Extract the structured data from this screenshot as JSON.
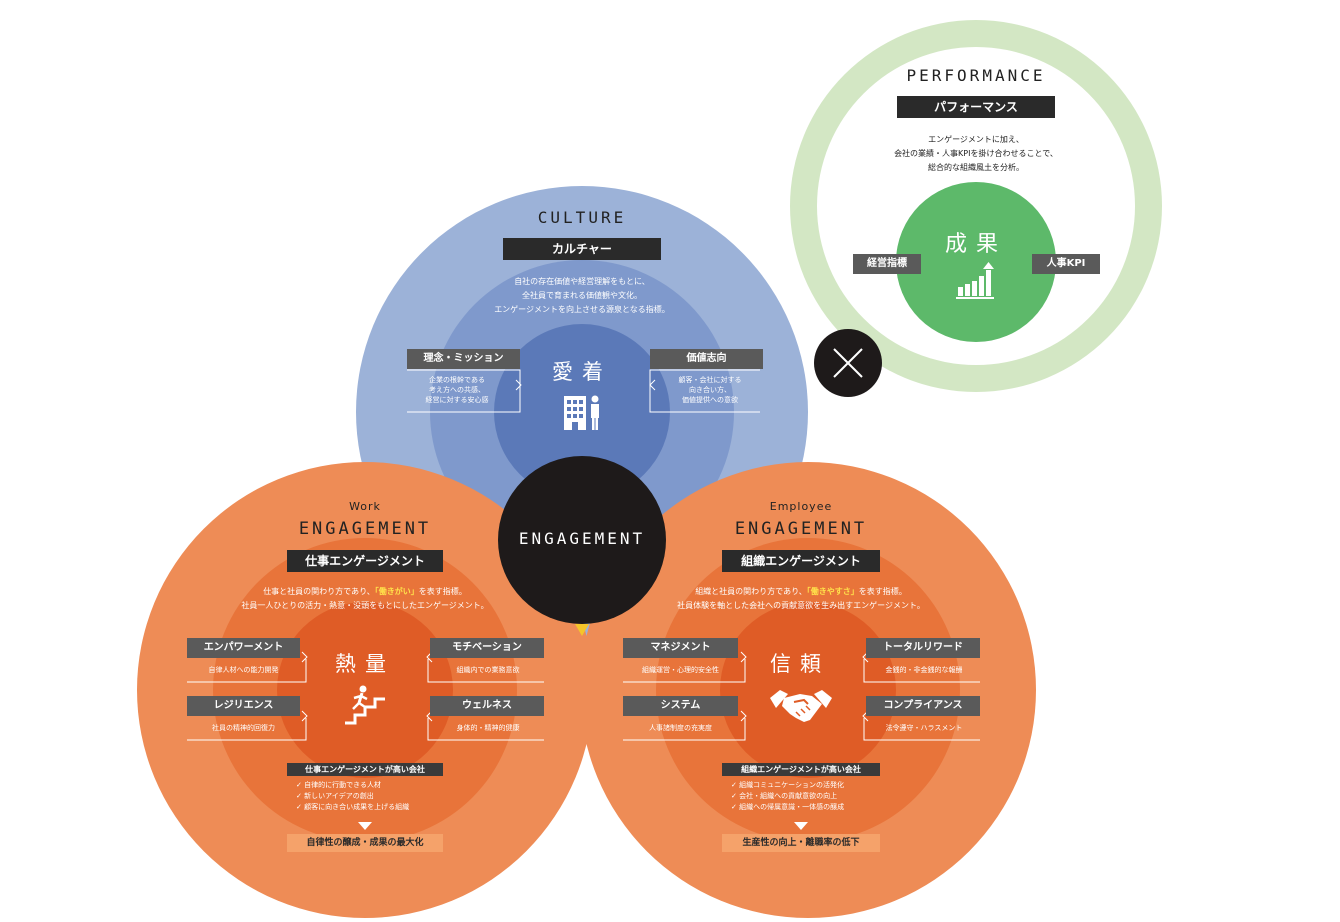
{
  "culture": {
    "title_en": "CULTURE",
    "title_ja": "カルチャー",
    "desc": [
      "自社の存在価値や経営理解をもとに、",
      "全社員で育まれる価値観や文化。",
      "エンゲージメントを向上させる源泉となる指標。"
    ],
    "center": "愛着",
    "left_label": "理念・ミッション",
    "left_desc": [
      "企業の根幹である",
      "考え方への共感、",
      "経営に対する安心感"
    ],
    "right_label": "価値志向",
    "right_desc": [
      "顧客・会社に対する",
      "向き合い方、",
      "価値提供への意欲"
    ],
    "icon": "building-person-icon"
  },
  "performance": {
    "title_en": "PERFORMANCE",
    "title_ja": "パフォーマンス",
    "desc": [
      "エンゲージメントに加え、",
      "会社の業績・人事KPIを掛け合わせることで、",
      "総合的な組織風土を分析。"
    ],
    "center": "成果",
    "left_label": "経営指標",
    "right_label": "人事KPI",
    "icon": "growth-chart-icon"
  },
  "multiply_symbol": "×",
  "engagement_center": "ENGAGEMENT",
  "work": {
    "title_small": "Work",
    "title_en": "ENGAGEMENT",
    "title_ja": "仕事エンゲージメント",
    "desc1_pre": "仕事と社員の関わり方であり、",
    "desc1_hl": "「働きがい」",
    "desc1_post": "を表す指標。",
    "desc2": "社員一人ひとりの活力・熱意・没頭をもとにしたエンゲージメント。",
    "center": "熱量",
    "items": [
      {
        "label": "エンパワーメント",
        "desc": "自律人材への能力開発"
      },
      {
        "label": "モチベーション",
        "desc": "組織内での業務意欲"
      },
      {
        "label": "レジリエンス",
        "desc": "社員の精神的回復力"
      },
      {
        "label": "ウェルネス",
        "desc": "身体的・精神的健康"
      }
    ],
    "outcome_label": "仕事エンゲージメントが高い会社",
    "checks": [
      "自律的に行動できる人材",
      "新しいアイデアの創出",
      "顧客に向き合い成果を上げる組織"
    ],
    "result": "自律性の醸成・成果の最大化",
    "icon": "stairs-runner-icon"
  },
  "employee": {
    "title_small": "Employee",
    "title_en": "ENGAGEMENT",
    "title_ja": "組織エンゲージメント",
    "desc1_pre": "組織と社員の関わり方であり、",
    "desc1_hl": "「働きやすさ」",
    "desc1_post": "を表す指標。",
    "desc2": "社員体験を軸とした会社への貢献意欲を生み出すエンゲージメント。",
    "center": "信頼",
    "items": [
      {
        "label": "マネジメント",
        "desc": "組織運営・心理的安全性"
      },
      {
        "label": "トータルリワード",
        "desc": "金銭的・非金銭的な報酬"
      },
      {
        "label": "システム",
        "desc": "人事諸制度の充実度"
      },
      {
        "label": "コンプライアンス",
        "desc": "法令遵守・ハラスメント"
      }
    ],
    "outcome_label": "組織エンゲージメントが高い会社",
    "checks": [
      "組織コミュニケーションの活発化",
      "会社・組織への貢献意欲の向上",
      "組織への帰属意識・一体感の醸成"
    ],
    "result": "生産性の向上・離職率の低下",
    "icon": "handshake-icon"
  },
  "colors": {
    "culture_outer": "#9cb2d8",
    "culture_mid": "#7f99cc",
    "culture_inner": "#5b79b8",
    "orange_outer": "#ee8c56",
    "orange_mid": "#e8743a",
    "orange_inner": "#df5c26",
    "perf_ring": "#d3e7c4",
    "perf_green": "#5db96a",
    "dark": "#1e1a1a"
  }
}
